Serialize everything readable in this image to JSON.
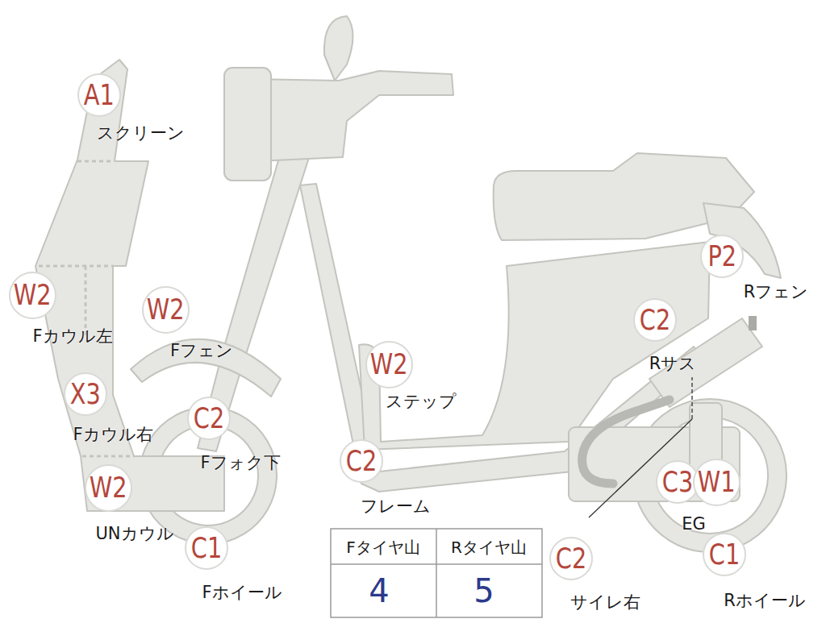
{
  "diagram": {
    "nodes": [
      {
        "text": [
          "A1",
          "スクリーン"
        ]
      },
      {
        "text": [
          "W2",
          "Fカウル左"
        ]
      },
      {
        "text": [
          "W2",
          "Fフェン"
        ]
      },
      {
        "text": [
          "X3",
          "Fカウル右"
        ]
      },
      {
        "text": [
          "C2",
          "Fフォク下"
        ]
      },
      {
        "text": [
          "W2",
          "UNカウル"
        ]
      },
      {
        "text": [
          "C1",
          "Fホイール"
        ]
      },
      {
        "text": [
          "W2",
          "ステップ"
        ]
      },
      {
        "text": [
          "C2",
          "フレーム"
        ]
      },
      {
        "text": [
          "P2",
          "Rフェン"
        ]
      },
      {
        "text": [
          "C2",
          "Rサス"
        ]
      },
      {
        "text": [
          "C3",
          "EG"
        ]
      },
      {
        "text": [
          "W1"
        ]
      },
      {
        "text": [
          "C2",
          "サイレ右"
        ]
      },
      {
        "text": [
          "C1",
          "Rホイール"
        ]
      }
    ],
    "labels": [
      "Fタイヤ山",
      "Rタイヤ山",
      "4",
      "5"
    ]
  }
}
